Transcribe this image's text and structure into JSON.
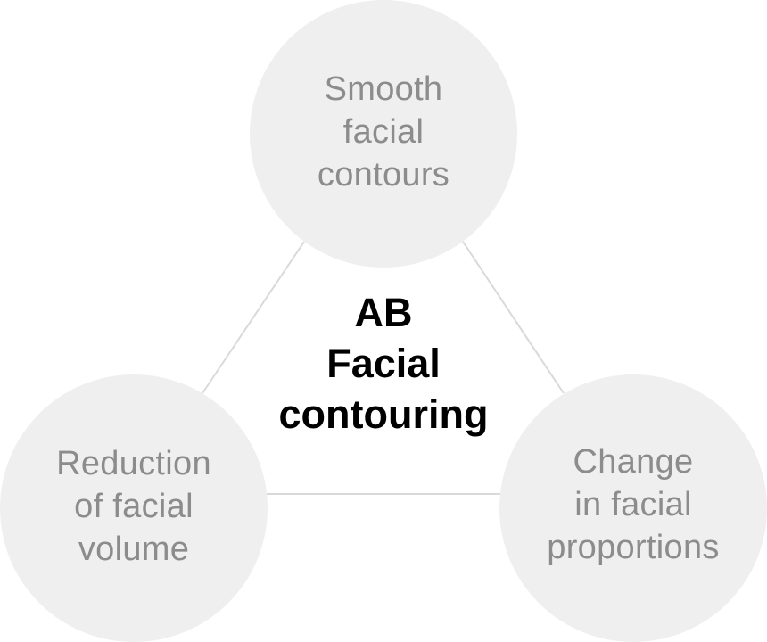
{
  "diagram": {
    "title": "AB\nFacial\ncontouring",
    "nodes": [
      {
        "id": "top",
        "label": "Smooth\nfacial\ncontours"
      },
      {
        "id": "bottom-left",
        "label": "Reduction\nof facial\nvolume"
      },
      {
        "id": "bottom-right",
        "label": "Change\nin facial\nproportions"
      }
    ],
    "colors": {
      "circle_fill": "#efefef",
      "node_text": "#8c8c8c",
      "connector": "#d9d9d9",
      "title_text": "#000000",
      "background": "#ffffff"
    }
  }
}
